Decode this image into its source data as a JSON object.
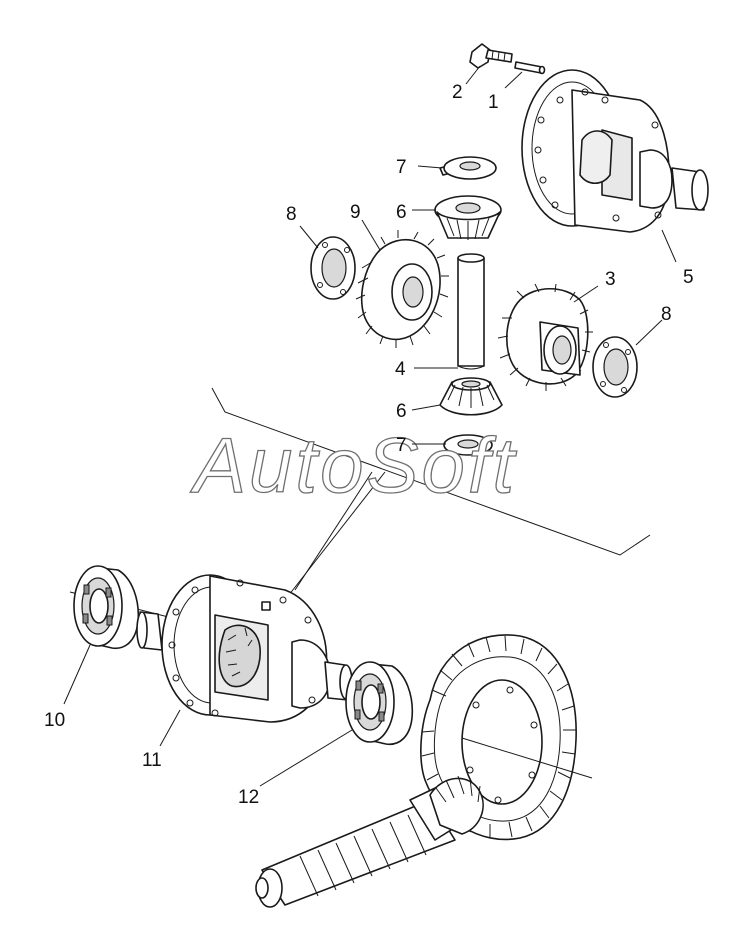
{
  "watermark": {
    "text": "AutoSoft"
  },
  "callouts": [
    {
      "id": "c1",
      "text": "1"
    },
    {
      "id": "c2",
      "text": "2"
    },
    {
      "id": "c3",
      "text": "3"
    },
    {
      "id": "c4",
      "text": "4"
    },
    {
      "id": "c5",
      "text": "5"
    },
    {
      "id": "c6a",
      "text": "6"
    },
    {
      "id": "c6b",
      "text": "6"
    },
    {
      "id": "c7a",
      "text": "7"
    },
    {
      "id": "c7b",
      "text": "7"
    },
    {
      "id": "c8a",
      "text": "8"
    },
    {
      "id": "c8b",
      "text": "8"
    },
    {
      "id": "c9",
      "text": "9"
    },
    {
      "id": "c10",
      "text": "10"
    },
    {
      "id": "c11",
      "text": "11"
    },
    {
      "id": "c12",
      "text": "12"
    }
  ]
}
